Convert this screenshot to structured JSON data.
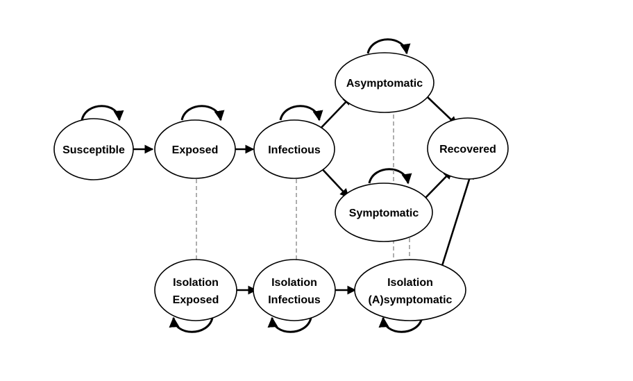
{
  "diagram": {
    "nodes": {
      "susceptible": {
        "line1": "Susceptible"
      },
      "exposed": {
        "line1": "Exposed"
      },
      "infectious": {
        "line1": "Infectious"
      },
      "asymptomatic": {
        "line1": "Asymptomatic"
      },
      "symptomatic": {
        "line1": "Symptomatic"
      },
      "recovered": {
        "line1": "Recovered"
      },
      "isolation_exposed": {
        "line1": "Isolation",
        "line2": "Exposed"
      },
      "isolation_infectious": {
        "line1": "Isolation",
        "line2": "Infectious"
      },
      "isolation_asymptomatic": {
        "line1": "Isolation",
        "line2": "(A)symptomatic"
      }
    },
    "edges_solid": [
      [
        "susceptible",
        "exposed"
      ],
      [
        "exposed",
        "infectious"
      ],
      [
        "infectious",
        "asymptomatic"
      ],
      [
        "infectious",
        "symptomatic"
      ],
      [
        "asymptomatic",
        "recovered"
      ],
      [
        "symptomatic",
        "recovered"
      ],
      [
        "isolation_exposed",
        "isolation_infectious"
      ],
      [
        "isolation_infectious",
        "isolation_asymptomatic"
      ],
      [
        "isolation_asymptomatic",
        "recovered"
      ]
    ],
    "edges_dashed": [
      [
        "exposed",
        "isolation_exposed"
      ],
      [
        "infectious",
        "isolation_infectious"
      ],
      [
        "asymptomatic",
        "isolation_asymptomatic"
      ],
      [
        "symptomatic",
        "isolation_asymptomatic"
      ]
    ],
    "self_loops": [
      "susceptible",
      "exposed",
      "infectious",
      "asymptomatic",
      "symptomatic",
      "isolation_exposed",
      "isolation_infectious",
      "isolation_asymptomatic"
    ],
    "colors": {
      "solid_edge": "#000000",
      "dashed_edge": "#9a9a9a",
      "node_fill": "#ffffff",
      "node_stroke": "#000000"
    }
  }
}
